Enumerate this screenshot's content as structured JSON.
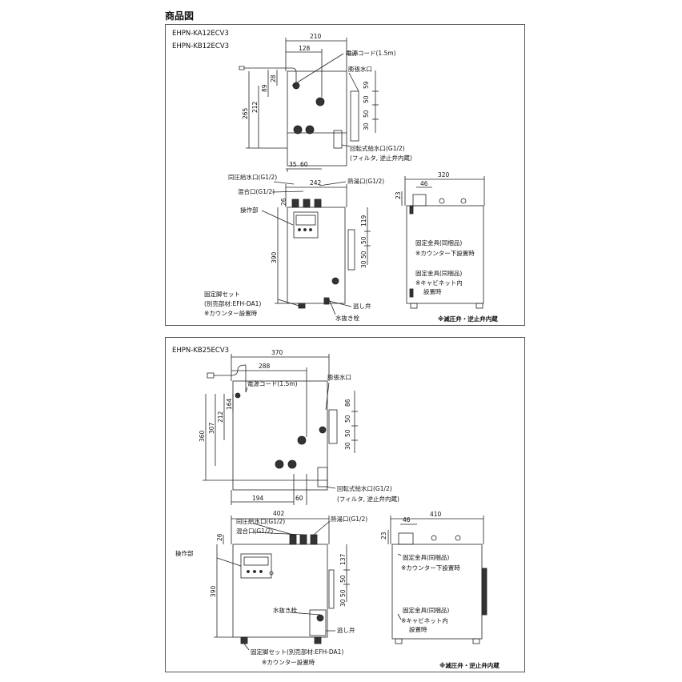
{
  "title": "商品図",
  "panel1": {
    "models": [
      "EHPN-KA12ECV3",
      "EHPN-KB12ECV3"
    ],
    "top_view": {
      "labels": {
        "power_cord": "電源コード(1.5m)",
        "expansion_port": "膨張水口",
        "rotary_inlet": "回転式給水口(G1/2)",
        "rotary_inlet_note": "(フィルタ, 逆止弁内蔵)"
      },
      "dims": {
        "w210": "210",
        "w128": "128",
        "h265": "265",
        "h212": "212",
        "h89": "89",
        "h28": "28",
        "r59": "59",
        "r50a": "50",
        "r50b": "50",
        "r30": "30",
        "b35": "35",
        "b60": "60"
      }
    },
    "front_view": {
      "labels": {
        "pressure_inlet": "同圧給水口(G1/2)",
        "mix_port": "混合口(G1/2)",
        "hot_port": "熱湯口(G1/2)",
        "control": "操作部",
        "legs": "固定脚セット",
        "legs_note": "(別売部材:EFH-DA1)",
        "legs_note2": "※カウンター設置時",
        "relief": "逃し弁",
        "drain": "水抜き栓"
      },
      "dims": {
        "w242": "242",
        "h26": "26",
        "h390": "390",
        "r119": "119",
        "r50a": "50",
        "r50b": "50",
        "r30": "30"
      }
    },
    "side_view": {
      "labels": {
        "bracket1": "固定金具(同梱品)",
        "bracket1_note": "※カウンター下設置時",
        "bracket2": "固定金具(同梱品)",
        "bracket2_note": "※キャビネット内",
        "bracket2_note2": "設置時"
      },
      "dims": {
        "w320": "320",
        "w46": "46",
        "h23": "23"
      }
    },
    "footnote": "※減圧弁・逆止弁内蔵"
  },
  "panel2": {
    "models": [
      "EHPN-KB25ECV3"
    ],
    "top_view": {
      "labels": {
        "power_cord": "電源コード(1.5m)",
        "expansion_port": "膨張水口",
        "rotary_inlet": "回転式給水口(G1/2)",
        "rotary_inlet_note": "(フィルタ, 逆止弁内蔵)"
      },
      "dims": {
        "w370": "370",
        "w288": "288",
        "h360": "360",
        "h307": "307",
        "h212": "212",
        "h164": "164",
        "r86": "86",
        "r50a": "50",
        "r50b": "50",
        "r30": "30",
        "b194": "194",
        "b60": "60"
      }
    },
    "front_view": {
      "labels": {
        "pressure_inlet": "同圧給水口(G1/2)",
        "mix_port": "混合口(G1/2)",
        "hot_port": "熱湯口(G1/2)",
        "control": "操作部",
        "drain": "水抜き栓",
        "relief": "逃し弁",
        "legs": "固定脚セット(別売部材:EFH-DA1)",
        "legs_note": "※カウンター設置時"
      },
      "dims": {
        "w402": "402",
        "h26": "26",
        "h390": "390",
        "r137": "137",
        "r50a": "50",
        "r50b": "50",
        "r30": "30"
      }
    },
    "side_view": {
      "labels": {
        "bracket1": "固定金具(同梱品)",
        "bracket1_note": "※カウンター下設置時",
        "bracket2": "固定金具(同梱品)",
        "bracket2_note": "※キャビネット内",
        "bracket2_note2": "設置時"
      },
      "dims": {
        "w410": "410",
        "w46": "46",
        "h23": "23"
      }
    },
    "footnote": "※減圧弁・逆止弁内蔵"
  }
}
